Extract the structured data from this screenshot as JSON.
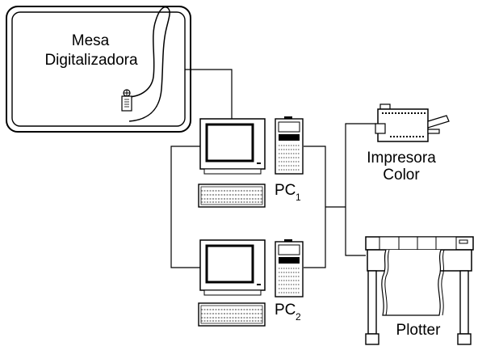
{
  "labels": {
    "tablet_line1": "Mesa",
    "tablet_line2": "Digitalizadora",
    "printer_line1": "Impresora",
    "printer_line2": "Color",
    "pc1_main": "PC",
    "pc1_sub": "1",
    "pc2_main": "PC",
    "pc2_sub": "2",
    "plotter": "Plotter"
  },
  "icons": {
    "tablet": "digitizer-tablet-icon",
    "puck": "digitizer-puck-icon",
    "monitor": "crt-monitor-icon",
    "keyboard": "keyboard-icon",
    "tower": "tower-computer-icon",
    "printer": "color-printer-icon",
    "plotter": "plotter-icon"
  }
}
